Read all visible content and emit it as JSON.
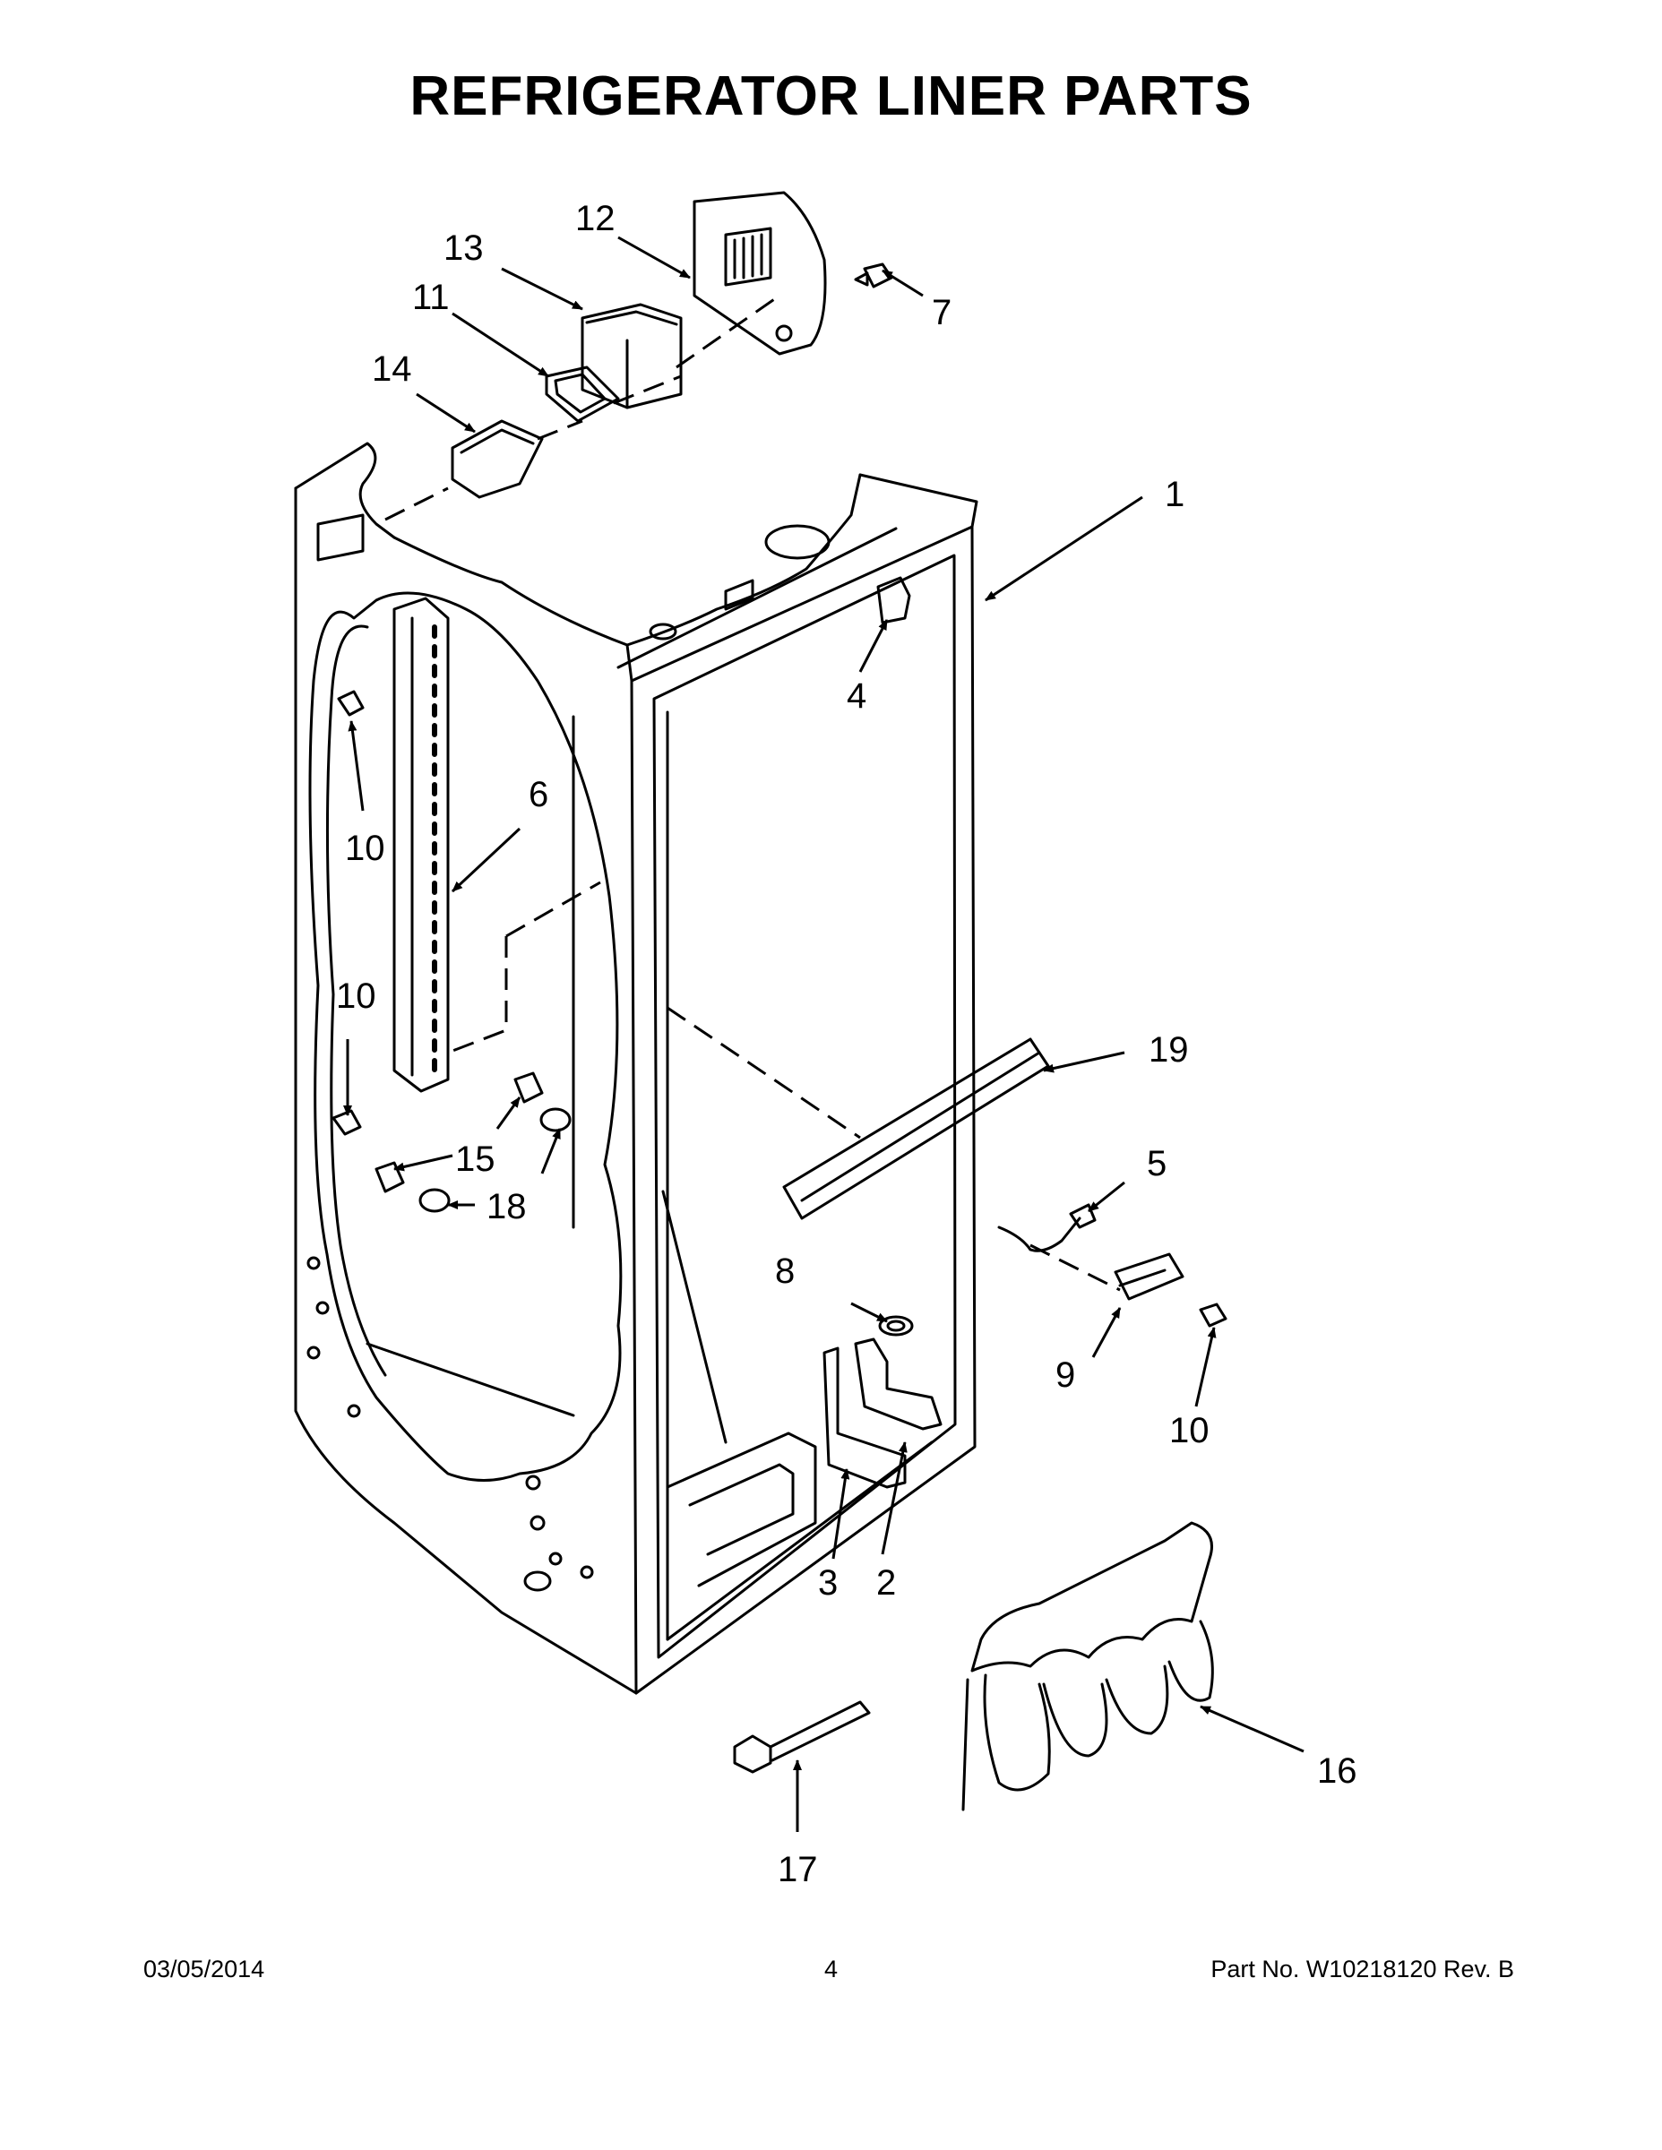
{
  "title": "REFRIGERATOR LINER PARTS",
  "callouts": {
    "c1": "1",
    "c2": "2",
    "c3": "3",
    "c4": "4",
    "c5": "5",
    "c6": "6",
    "c7": "7",
    "c8": "8",
    "c9": "9",
    "c10a": "10",
    "c10b": "10",
    "c10c": "10",
    "c11": "11",
    "c12": "12",
    "c13": "13",
    "c14": "14",
    "c15": "15",
    "c16": "16",
    "c17": "17",
    "c18": "18",
    "c19": "19"
  },
  "footer": {
    "date": "03/05/2014",
    "page": "4",
    "part_no": "Part No.  W10218120  Rev.  B"
  }
}
